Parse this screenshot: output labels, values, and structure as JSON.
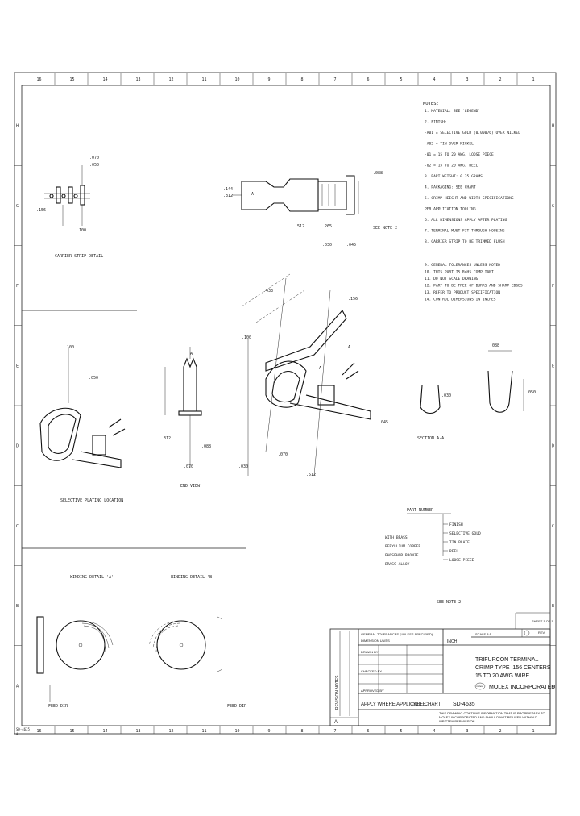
{
  "border": {
    "columns_top": [
      "16",
      "15",
      "14",
      "13",
      "12",
      "11",
      "10",
      "9",
      "8",
      "7",
      "6",
      "5",
      "4",
      "3",
      "2",
      "1"
    ],
    "rows_left": [
      "H",
      "G",
      "F",
      "E",
      "D",
      "C",
      "B",
      "A"
    ]
  },
  "notes": {
    "heading": "NOTES:",
    "lines": [
      "1. MATERIAL: SEE 'LEGEND'",
      "2. FINISH:",
      "  -A01 = SELECTIVE GOLD (0.00076) OVER NICKEL",
      "  -A02 = TIN OVER NICKEL",
      "  -01 = 15 TO 20 AWG, LOOSE PIECE",
      "  -02 = 15 TO 20 AWG, REEL",
      "3. PART WEIGHT: 0.35 GRAMS",
      "4. PACKAGING: SEE CHART",
      "5. CRIMP HEIGHT AND WIDTH SPECIFICATIONS",
      "   PER APPLICATION TOOLING",
      "6. ALL DIMENSIONS APPLY AFTER PLATING",
      "7. TERMINAL MUST FIT THROUGH HOUSING",
      "8. CARRIER STRIP TO BE TRIMMED FLUSH"
    ],
    "lines2": [
      "9. GENERAL TOLERANCES UNLESS NOTED",
      "10. THIS PART IS RoHS COMPLIANT",
      "11. DO NOT SCALE DRAWING",
      "12. PART TO BE FREE OF BURRS AND SHARP EDGES",
      "13. REFER TO PRODUCT SPECIFICATION",
      "14. CONTROL DIMENSIONS IN INCHES"
    ]
  },
  "labels": {
    "carrier_strip": "CARRIER STRIP DETAIL",
    "section_aa": "SECTION A-A",
    "winding_left": "WINDING DETAIL 'A'",
    "winding_right": "WINDING DETAIL 'B'",
    "selective_plating": "SELECTIVE PLATING LOCATION",
    "end_view": "END VIEW",
    "callout_a": "A",
    "reel_feed_left": "FEED DIR",
    "reel_feed_right": "FEED DIR",
    "part_number_label": "PART NUMBER",
    "part_number_tree": [
      "FINISH",
      "SELECTIVE GOLD",
      "TIN PLATE",
      "REEL",
      "LOOSE PIECE"
    ],
    "part_number_left": [
      "WITH BRASS",
      "BERYLLIUM COPPER",
      "PHOSPHOR BRONZE",
      "BRASS ALLOY"
    ],
    "see_note": "SEE NOTE 2"
  },
  "dims": {
    "d1": ".156",
    "d2": ".144",
    "d3": ".312",
    "d4": ".070",
    "d5": ".100",
    "d6": ".050",
    "d7": ".045",
    "d8": ".088",
    "d9": ".512",
    "d10": ".433",
    "d11": ".265",
    "d12": ".030"
  },
  "title_block": {
    "company": "MOLEX INCORPORATED",
    "title_line1": "TRIFURCON TERMINAL",
    "title_line2": "CRIMP TYPE .156 CENTERS",
    "title_line3": "15 TO 20 AWG WIRE",
    "doc_number": "SD-4635",
    "see_chart": "SEE CHART",
    "apply_text": "APPLY WHERE APPLICABLE",
    "sheet": "SHEET 1 OF 1",
    "proprietary": "THIS DRAWING CONTAINS INFORMATION THAT IS PROPRIETARY TO MOLEX INCORPORATED AND SHOULD NOT BE USED WITHOUT WRITTEN PERMISSION",
    "scale": "SCALE 8:1",
    "units": "INCH",
    "dim_units_label": "DIMENSION UNITS",
    "general_tol": "GENERAL TOLERANCES (UNLESS SPECIFIED)",
    "drawn": "DRAWN BY",
    "checked": "CHECKED BY",
    "approved": "APPROVED BY",
    "rev": "REV",
    "rev_letter": "A"
  }
}
